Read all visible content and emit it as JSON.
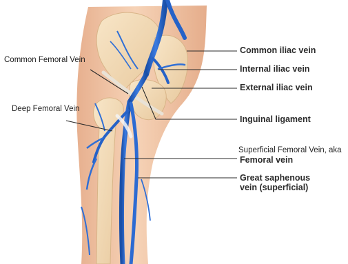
{
  "labels": {
    "common_femoral_vein": "Common Femoral Vein",
    "deep_femoral_vein": "Deep Femoral Vein",
    "common_iliac_vein": "Common iliac vein",
    "internal_iliac_vein": "Internal iliac vein",
    "external_iliac_vein": "External iliac vein",
    "inguinal_ligament": "Inguinal ligament",
    "superficial_femoral_vein_line1": "Superficial Femoral Vein, aka",
    "superficial_femoral_vein_line2": "Femoral vein",
    "great_saphenous_line1": "Great saphenous",
    "great_saphenous_line2": "vein (superficial)"
  },
  "colors": {
    "vein_blue": "#1f5fbf",
    "vein_light": "#5a8fe0",
    "skin": "#f2c9a8",
    "bone": "#f3dcb8",
    "leader_line": "#2a2a2a"
  }
}
